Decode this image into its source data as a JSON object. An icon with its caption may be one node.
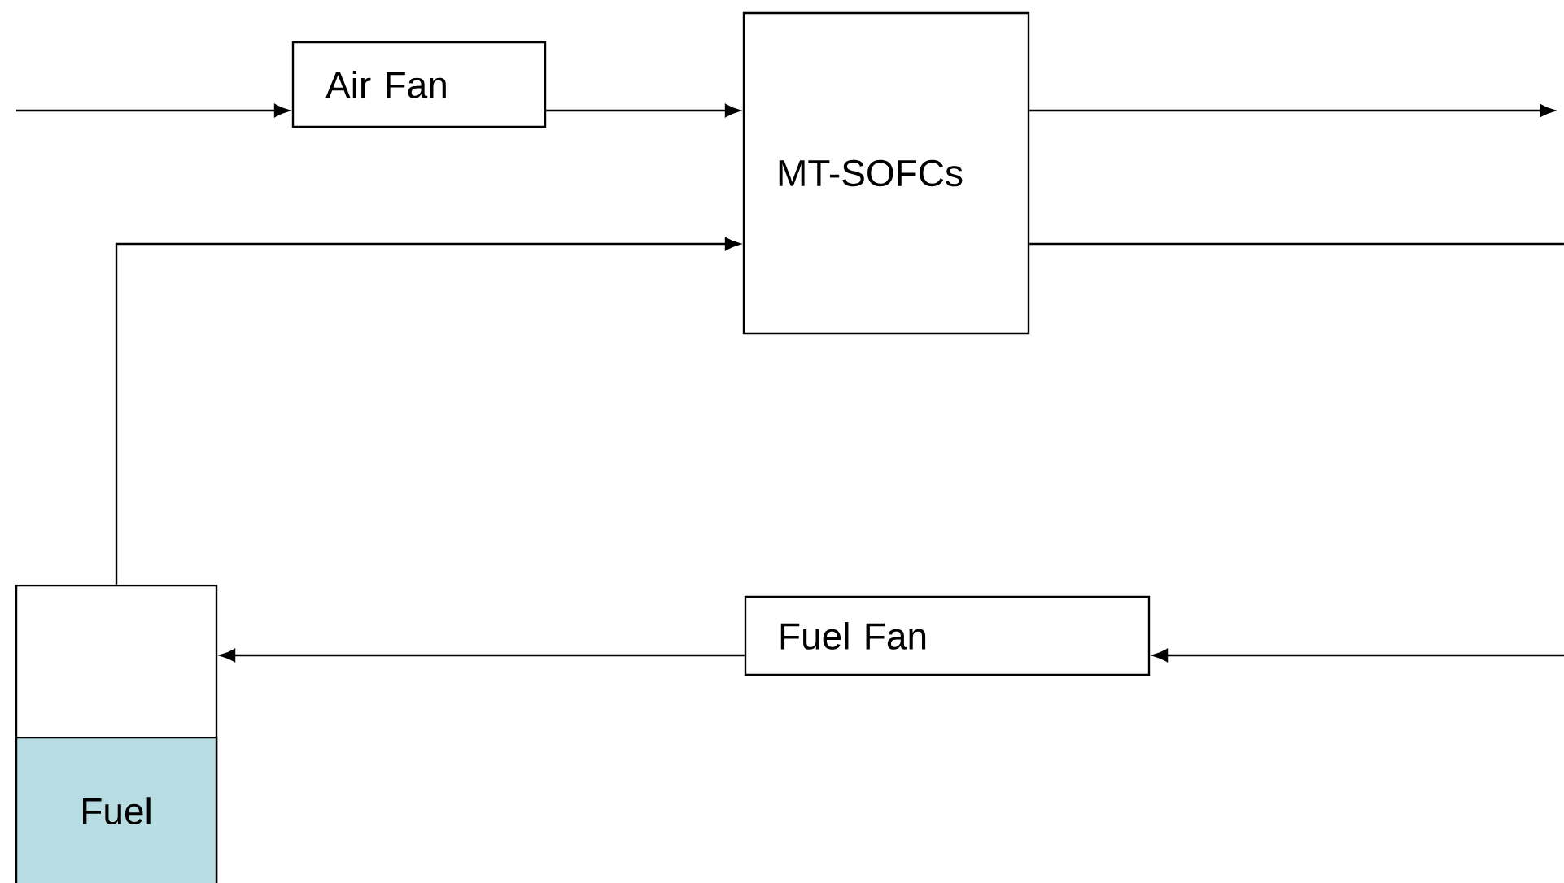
{
  "diagram": {
    "nodes": [
      {
        "text": [
          "Air Fan"
        ]
      },
      {
        "text": [
          "MT-SOFCs"
        ]
      },
      {
        "text": [],
        "shape": "box"
      },
      {
        "text": [
          "Fuel"
        ],
        "in": 2
      },
      {
        "text": [
          "Fuel Fan"
        ]
      }
    ],
    "edges": [
      {
        "from": null,
        "to": 0,
        "arrow": "to"
      },
      {
        "from": 0,
        "to": 1,
        "arrow": "to"
      },
      {
        "from": 1,
        "to": null,
        "arrow": "to"
      },
      {
        "from": 1,
        "to": null,
        "arrow": "none"
      },
      {
        "from": 2,
        "to": 1,
        "arrow": "to"
      },
      {
        "from": null,
        "to": 4,
        "arrow": "to"
      },
      {
        "from": 4,
        "to": 2,
        "arrow": "to"
      }
    ]
  }
}
